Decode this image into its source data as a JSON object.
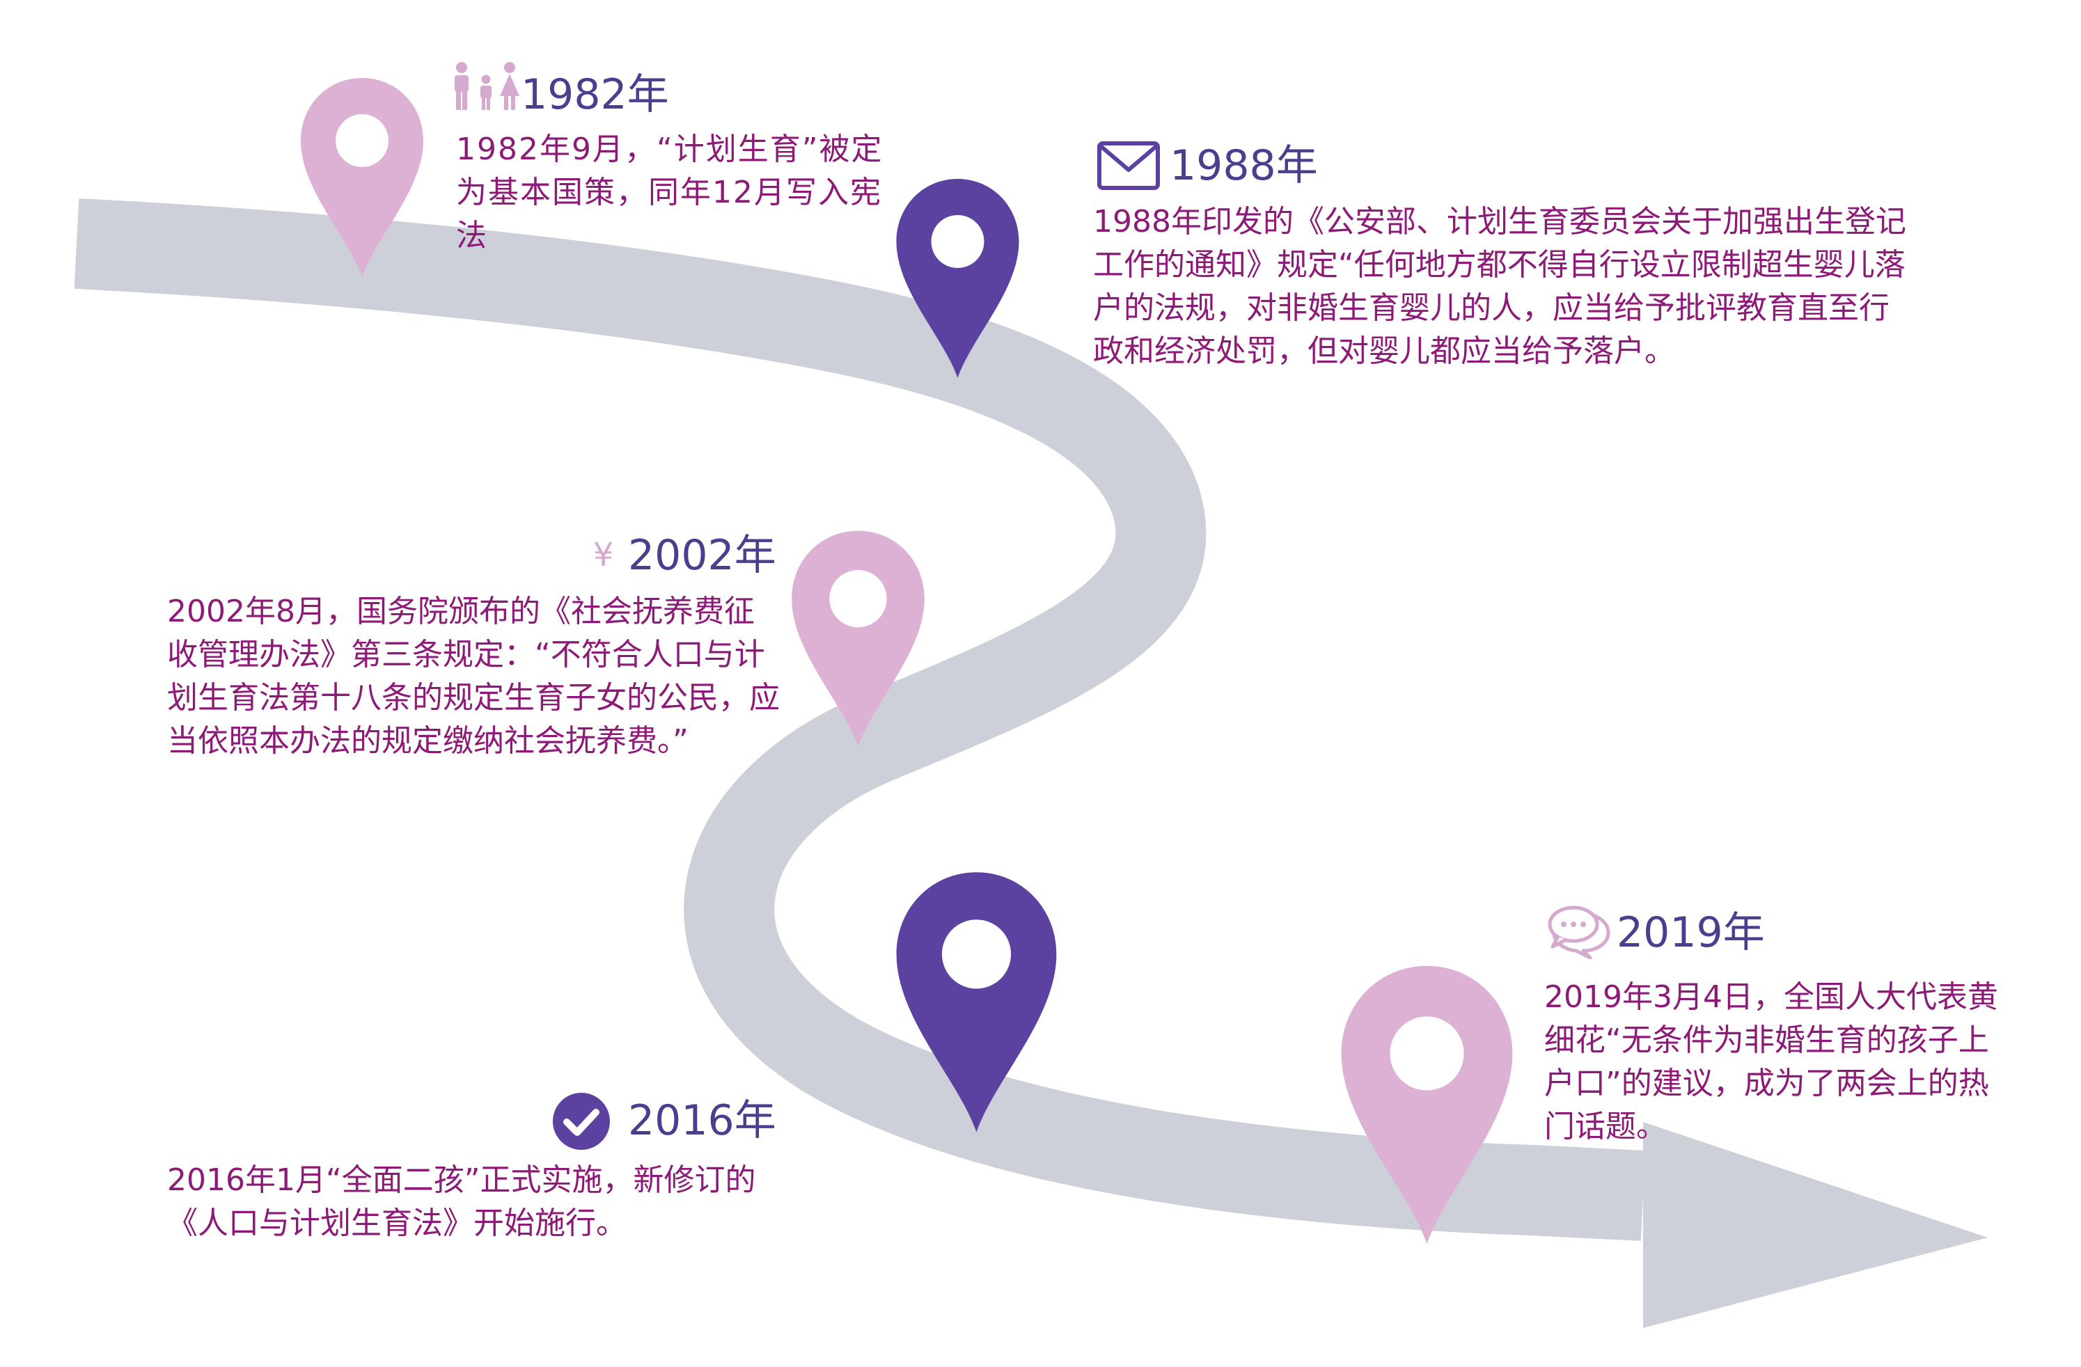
{
  "colors": {
    "road": "#cdd0d8",
    "pin_light": "#dcb1d4",
    "pin_dark": "#5b42a0",
    "year_text": "#4a3f8f",
    "desc_text": "#8e1a78",
    "icon_light": "#d6a9cf"
  },
  "events": [
    {
      "year": "1982年",
      "text": "1982年9月，“计划生育”被定为基本国策，同年12月写入宪法",
      "icon": "family-icon",
      "pin": "light"
    },
    {
      "year": "1988年",
      "text": "1988年印发的《公安部、计划生育委员会关于加强出生登记工作的通知》规定“任何地方都不得自行设立限制超生婴儿落户的法规，对非婚生育婴儿的人，应当给予批评教育直至行政和经济处罚，但对婴儿都应当给予落户。",
      "icon": "envelope-icon",
      "pin": "dark"
    },
    {
      "year": "2002年",
      "text": "2002年8月，国务院颁布的《社会抚养费征收管理办法》第三条规定：“不符合人口与计划生育法第十八条的规定生育子女的公民，应当依照本办法的规定缴纳社会抚养费。”",
      "icon": "yen-icon",
      "icon_glyph": "¥",
      "pin": "light"
    },
    {
      "year": "2016年",
      "text": "2016年1月“全面二孩”正式实施，新修订的《人口与计划生育法》开始施行。",
      "icon": "check-circle-icon",
      "pin": "dark"
    },
    {
      "year": "2019年",
      "text": "2019年3月4日，全国人大代表黄细花“无条件为非婚生育的孩子上户口”的建议，成为了两会上的热门话题。",
      "icon": "chat-bubbles-icon",
      "pin": "light"
    }
  ]
}
